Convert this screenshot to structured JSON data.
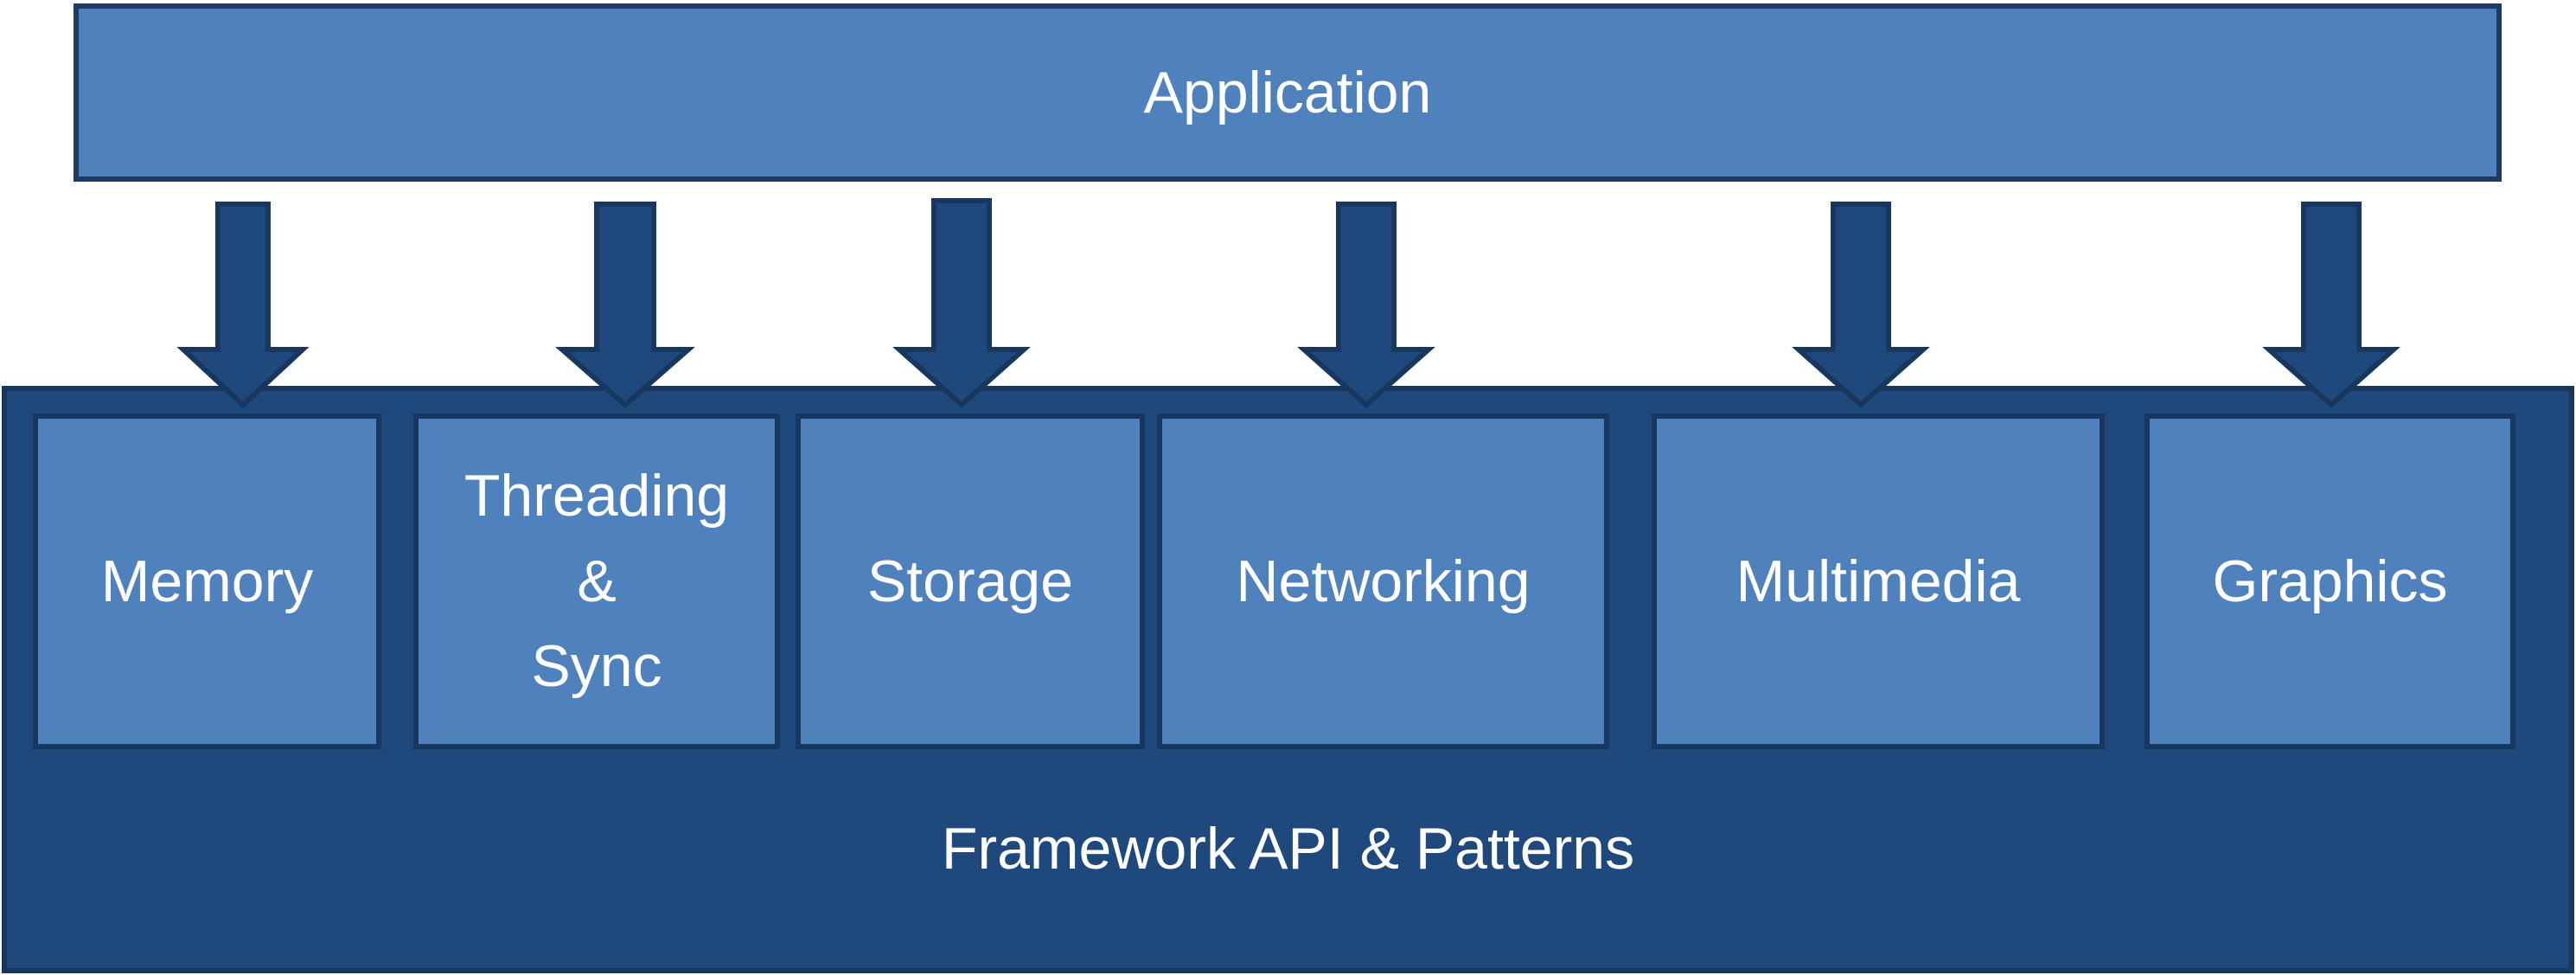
{
  "diagram": {
    "application_label": "Application",
    "framework_label": "Framework API & Patterns",
    "modules": [
      {
        "id": "memory",
        "lines": [
          "Memory"
        ]
      },
      {
        "id": "threading",
        "lines": [
          "Threading",
          "&",
          "Sync"
        ]
      },
      {
        "id": "storage",
        "lines": [
          "Storage"
        ]
      },
      {
        "id": "networking",
        "lines": [
          "Networking"
        ]
      },
      {
        "id": "multimedia",
        "lines": [
          "Multimedia"
        ]
      },
      {
        "id": "graphics",
        "lines": [
          "Graphics"
        ]
      }
    ]
  },
  "colors": {
    "application_fill": "#4f81bd",
    "module_fill": "#4f81bd",
    "framework_fill": "#1f497d",
    "arrow_fill": "#1f497d",
    "outline": "#17375e",
    "text": "#ffffff"
  }
}
